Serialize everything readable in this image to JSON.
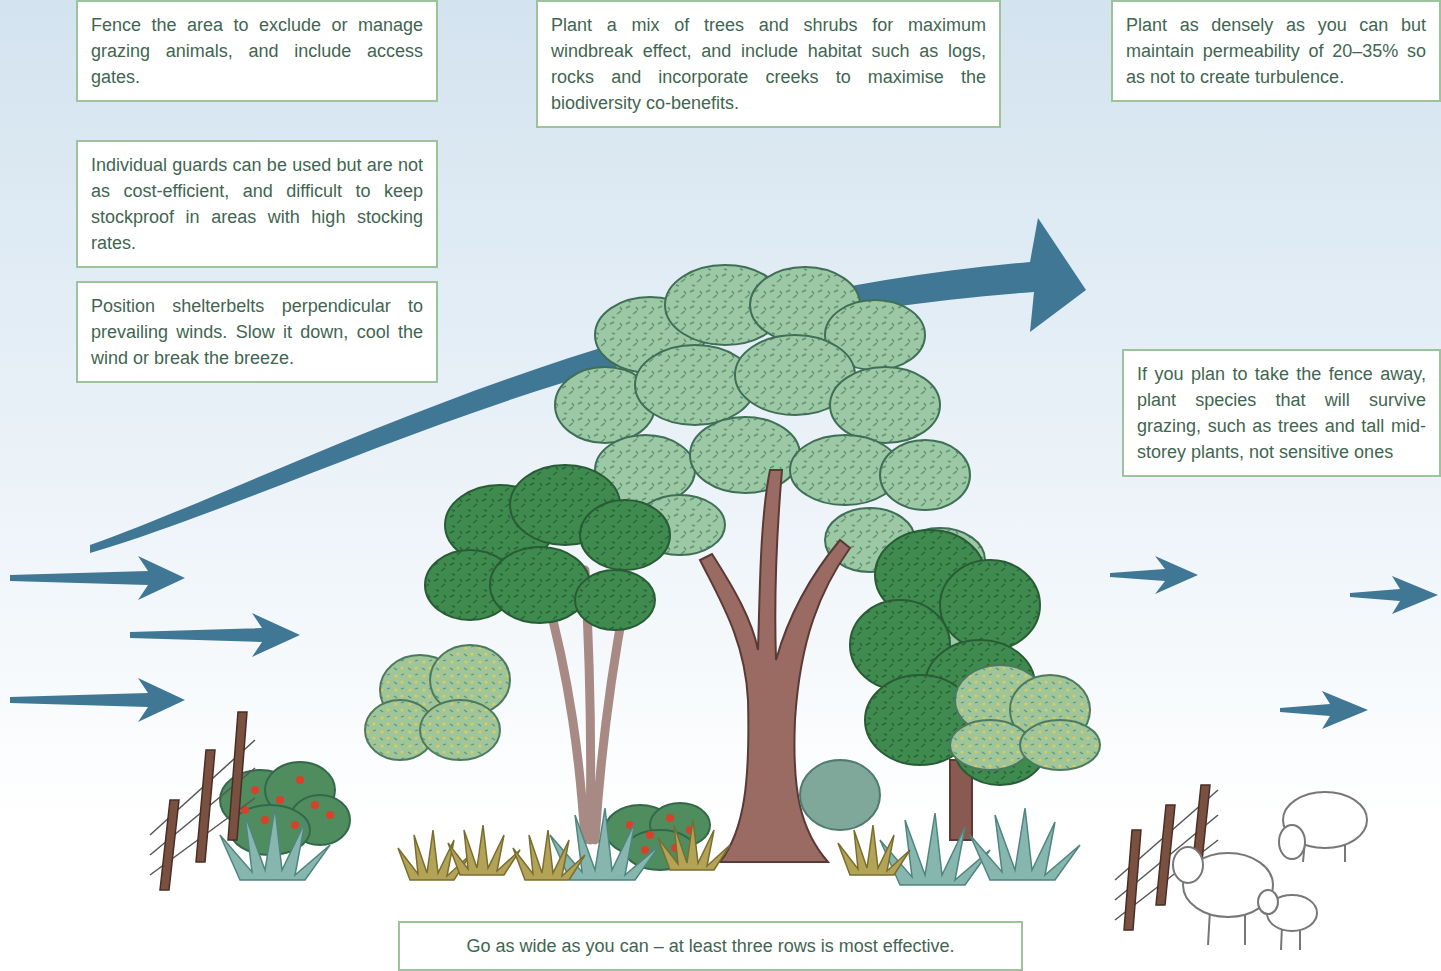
{
  "diagram": {
    "nodes": [
      {
        "text": [
          "Fence the area to exclude or manage grazing animals, and include access gates."
        ]
      },
      {
        "text": [
          "Plant a mix of trees and shrubs for maximum windbreak effect, and include habitat such as logs, rocks and incorporate creeks to maximise the biodiversity co-benefits."
        ]
      },
      {
        "text": [
          "Plant as densely as you can but maintain permeability of 20–35% so as not to create turbulence."
        ]
      },
      {
        "text": [
          "Individual guards can be used but are not as cost-efficient, and difficult to keep stockproof in areas with high stocking rates."
        ]
      },
      {
        "text": [
          "Position shelterbelts perpendicular to prevailing winds. Slow it down, cool the wind or break the breeze."
        ]
      },
      {
        "text": [
          "If you plan to take the fence away, plant species that will survive grazing, such as trees and tall mid-storey plants, not sensitive ones"
        ]
      },
      {
        "text": [
          "Go as wide as you can – at least three rows is most effective."
        ]
      }
    ]
  }
}
